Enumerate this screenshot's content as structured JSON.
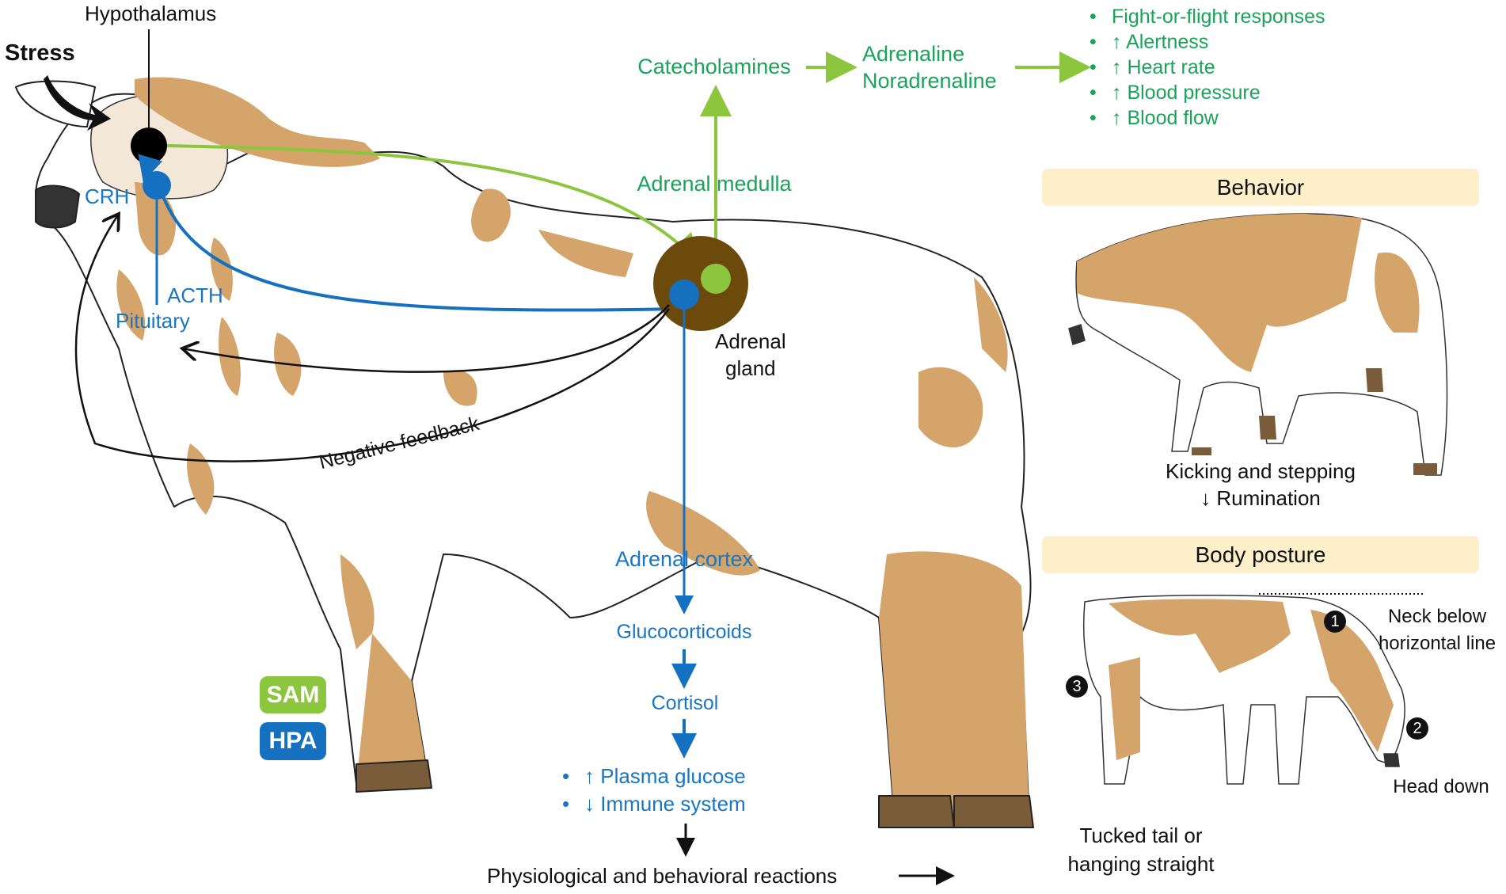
{
  "figure": {
    "stress_label": "Stress",
    "hypothalamus_label": "Hypothalamus",
    "crh_label": "CRH",
    "acth_label": "ACTH",
    "pituitary_label": "Pituitary",
    "negative_feedback_label": "Negative feedback",
    "adrenal_gland_label_line1": "Adrenal",
    "adrenal_gland_label_line2": "gland",
    "sam_pathway": {
      "adrenal_medulla": "Adrenal medulla",
      "catecholamines": "Catecholamines",
      "hormones": [
        "Adrenaline",
        "Noradrenaline"
      ],
      "responses": [
        {
          "bullet": "•",
          "text": "Fight-or-flight responses"
        },
        {
          "bullet": "•",
          "text": "↑ Alertness"
        },
        {
          "bullet": "•",
          "text": "↑ Heart rate"
        },
        {
          "bullet": "•",
          "text": "↑ Blood pressure"
        },
        {
          "bullet": "•",
          "text": "↑ Blood flow"
        }
      ]
    },
    "hpa_pathway": {
      "adrenal_cortex": "Adrenal cortex",
      "glucocorticoids": "Glucocorticoids",
      "cortisol": "Cortisol",
      "effects": [
        {
          "bullet": "•",
          "text": "↑ Plasma glucose"
        },
        {
          "bullet": "•",
          "text": "↓ Immune system"
        }
      ]
    },
    "outcome_label": "Physiological and behavioral reactions",
    "legend": {
      "sam": {
        "label": "SAM",
        "color": "#8cc63f"
      },
      "hpa": {
        "label": "HPA",
        "color": "#1570c0"
      }
    },
    "behavior_panel": {
      "title": "Behavior",
      "caption_line1": "Kicking and stepping",
      "caption_line2": "↓ Rumination"
    },
    "posture_panel": {
      "title": "Body posture",
      "markers": [
        {
          "number": "1",
          "label_line1": "Neck below",
          "label_line2": "horizontal line"
        },
        {
          "number": "2",
          "label_line1": "Head down",
          "label_line2": ""
        },
        {
          "number": "3",
          "label_line1": "Tucked tail or",
          "label_line2": "hanging straight"
        }
      ]
    },
    "colors": {
      "sam_text": "#1aa35a",
      "sam_line": "#8cc63f",
      "hpa": "#1570c0",
      "coat_patch": "#d4a46a",
      "hoof": "#7a5c3a",
      "adrenal": "#6b4a0c",
      "panel_header": "#fcefc9"
    }
  }
}
